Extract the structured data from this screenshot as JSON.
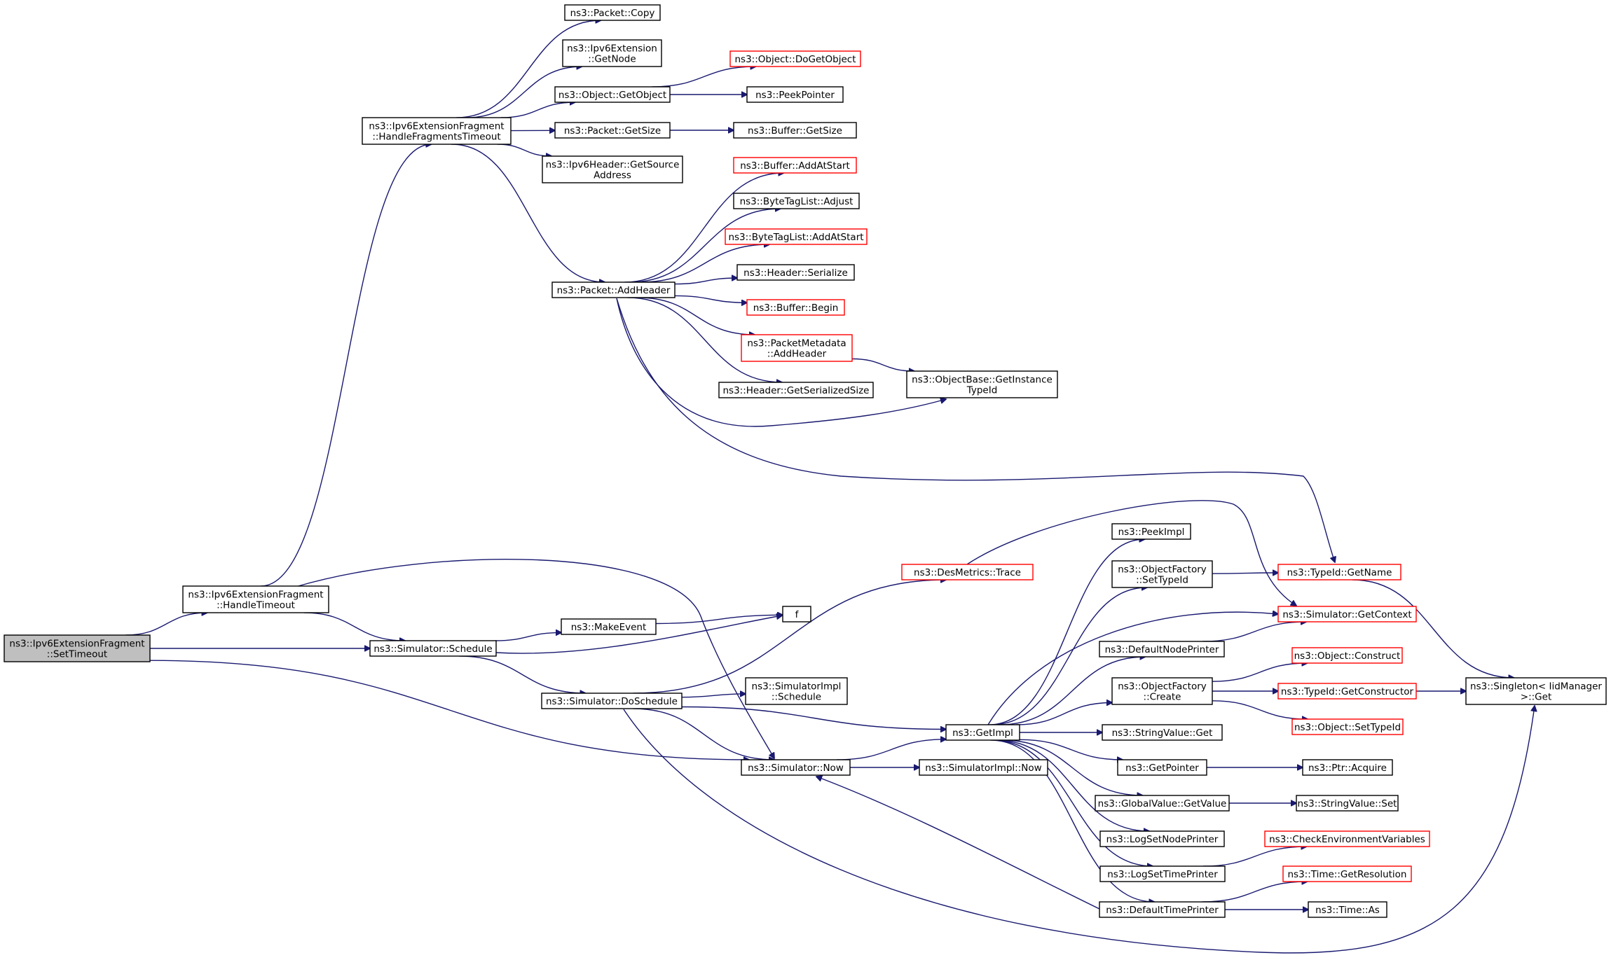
{
  "nodes": [
    {
      "id": "n0",
      "lines": [
        "ns3::Ipv6ExtensionFragment",
        "::SetTimeout"
      ],
      "style": "root"
    },
    {
      "id": "n1",
      "lines": [
        "ns3::Ipv6ExtensionFragment",
        "::HandleTimeout"
      ],
      "style": "normal"
    },
    {
      "id": "n2",
      "lines": [
        "ns3::Simulator::Schedule"
      ],
      "style": "normal"
    },
    {
      "id": "n3",
      "lines": [
        "ns3::Simulator::Now"
      ],
      "style": "normal"
    },
    {
      "id": "n4",
      "lines": [
        "ns3::Ipv6ExtensionFragment",
        "::HandleFragmentsTimeout"
      ],
      "style": "normal"
    },
    {
      "id": "n5",
      "lines": [
        "ns3::Packet::Copy"
      ],
      "style": "normal"
    },
    {
      "id": "n6",
      "lines": [
        "ns3::Ipv6Extension",
        "::GetNode"
      ],
      "style": "normal"
    },
    {
      "id": "n7",
      "lines": [
        "ns3::Object::GetObject"
      ],
      "style": "normal"
    },
    {
      "id": "n8",
      "lines": [
        "ns3::Packet::GetSize"
      ],
      "style": "normal"
    },
    {
      "id": "n9",
      "lines": [
        "ns3::Ipv6Header::GetSource",
        "Address"
      ],
      "style": "normal"
    },
    {
      "id": "n10",
      "lines": [
        "ns3::Packet::AddHeader"
      ],
      "style": "normal"
    },
    {
      "id": "n11",
      "lines": [
        "ns3::Object::DoGetObject"
      ],
      "style": "red"
    },
    {
      "id": "n12",
      "lines": [
        "ns3::PeekPointer"
      ],
      "style": "normal"
    },
    {
      "id": "n13",
      "lines": [
        "ns3::Buffer::GetSize"
      ],
      "style": "normal"
    },
    {
      "id": "n14",
      "lines": [
        "ns3::Buffer::AddAtStart"
      ],
      "style": "red"
    },
    {
      "id": "n15",
      "lines": [
        "ns3::ByteTagList::Adjust"
      ],
      "style": "normal"
    },
    {
      "id": "n16",
      "lines": [
        "ns3::ByteTagList::AddAtStart"
      ],
      "style": "red"
    },
    {
      "id": "n17",
      "lines": [
        "ns3::Header::Serialize"
      ],
      "style": "normal"
    },
    {
      "id": "n18",
      "lines": [
        "ns3::Buffer::Begin"
      ],
      "style": "red"
    },
    {
      "id": "n19",
      "lines": [
        "ns3::PacketMetadata",
        "::AddHeader"
      ],
      "style": "red"
    },
    {
      "id": "n20",
      "lines": [
        "ns3::Header::GetSerializedSize"
      ],
      "style": "normal"
    },
    {
      "id": "n21",
      "lines": [
        "ns3::ObjectBase::GetInstance",
        "TypeId"
      ],
      "style": "normal"
    },
    {
      "id": "n22",
      "lines": [
        "ns3::MakeEvent"
      ],
      "style": "normal"
    },
    {
      "id": "n23",
      "lines": [
        "f"
      ],
      "style": "normal"
    },
    {
      "id": "n24",
      "lines": [
        "ns3::Simulator::DoSchedule"
      ],
      "style": "normal"
    },
    {
      "id": "n25",
      "lines": [
        "ns3::SimulatorImpl",
        "::Schedule"
      ],
      "style": "normal"
    },
    {
      "id": "n26",
      "lines": [
        "ns3::DesMetrics::Trace"
      ],
      "style": "red"
    },
    {
      "id": "n27",
      "lines": [
        "ns3::GetImpl"
      ],
      "style": "normal"
    },
    {
      "id": "n28",
      "lines": [
        "ns3::SimulatorImpl::Now"
      ],
      "style": "normal"
    },
    {
      "id": "n29",
      "lines": [
        "ns3::PeekImpl"
      ],
      "style": "normal"
    },
    {
      "id": "n30",
      "lines": [
        "ns3::ObjectFactory",
        "::SetTypeId"
      ],
      "style": "normal"
    },
    {
      "id": "n31",
      "lines": [
        "ns3::DefaultNodePrinter"
      ],
      "style": "normal"
    },
    {
      "id": "n32",
      "lines": [
        "ns3::ObjectFactory",
        "::Create"
      ],
      "style": "normal"
    },
    {
      "id": "n33",
      "lines": [
        "ns3::StringValue::Get"
      ],
      "style": "normal"
    },
    {
      "id": "n34",
      "lines": [
        "ns3::GetPointer"
      ],
      "style": "normal"
    },
    {
      "id": "n35",
      "lines": [
        "ns3::GlobalValue::GetValue"
      ],
      "style": "normal"
    },
    {
      "id": "n36",
      "lines": [
        "ns3::LogSetNodePrinter"
      ],
      "style": "normal"
    },
    {
      "id": "n37",
      "lines": [
        "ns3::LogSetTimePrinter"
      ],
      "style": "normal"
    },
    {
      "id": "n38",
      "lines": [
        "ns3::DefaultTimePrinter"
      ],
      "style": "normal"
    },
    {
      "id": "n39",
      "lines": [
        "ns3::TypeId::GetName"
      ],
      "style": "red"
    },
    {
      "id": "n40",
      "lines": [
        "ns3::Simulator::GetContext"
      ],
      "style": "red"
    },
    {
      "id": "n41",
      "lines": [
        "ns3::Object::Construct"
      ],
      "style": "red"
    },
    {
      "id": "n42",
      "lines": [
        "ns3::TypeId::GetConstructor"
      ],
      "style": "red"
    },
    {
      "id": "n43",
      "lines": [
        "ns3::Object::SetTypeId"
      ],
      "style": "red"
    },
    {
      "id": "n44",
      "lines": [
        "ns3::Ptr::Acquire"
      ],
      "style": "normal"
    },
    {
      "id": "n45",
      "lines": [
        "ns3::StringValue::Set"
      ],
      "style": "normal"
    },
    {
      "id": "n46",
      "lines": [
        "ns3::CheckEnvironmentVariables"
      ],
      "style": "red"
    },
    {
      "id": "n47",
      "lines": [
        "ns3::Time::GetResolution"
      ],
      "style": "red"
    },
    {
      "id": "n48",
      "lines": [
        "ns3::Time::As"
      ],
      "style": "normal"
    },
    {
      "id": "n49",
      "lines": [
        "ns3::Singleton< IidManager",
        " >::Get"
      ],
      "style": "normal"
    }
  ],
  "edges": [
    {
      "from": "n0",
      "to": "n1"
    },
    {
      "from": "n0",
      "to": "n2"
    },
    {
      "from": "n0",
      "to": "n3"
    },
    {
      "from": "n1",
      "to": "n4"
    },
    {
      "from": "n1",
      "to": "n2"
    },
    {
      "from": "n1",
      "to": "n3"
    },
    {
      "from": "n4",
      "to": "n5"
    },
    {
      "from": "n4",
      "to": "n6"
    },
    {
      "from": "n4",
      "to": "n7"
    },
    {
      "from": "n4",
      "to": "n8"
    },
    {
      "from": "n4",
      "to": "n9"
    },
    {
      "from": "n4",
      "to": "n10"
    },
    {
      "from": "n7",
      "to": "n11"
    },
    {
      "from": "n7",
      "to": "n12"
    },
    {
      "from": "n8",
      "to": "n13"
    },
    {
      "from": "n10",
      "to": "n14"
    },
    {
      "from": "n10",
      "to": "n15"
    },
    {
      "from": "n10",
      "to": "n16"
    },
    {
      "from": "n10",
      "to": "n17"
    },
    {
      "from": "n10",
      "to": "n18"
    },
    {
      "from": "n10",
      "to": "n19"
    },
    {
      "from": "n10",
      "to": "n20"
    },
    {
      "from": "n10",
      "to": "n21"
    },
    {
      "from": "n10",
      "to": "n39"
    },
    {
      "from": "n19",
      "to": "n21"
    },
    {
      "from": "n2",
      "to": "n22"
    },
    {
      "from": "n2",
      "to": "n23"
    },
    {
      "from": "n2",
      "to": "n24"
    },
    {
      "from": "n22",
      "to": "n23"
    },
    {
      "from": "n24",
      "to": "n25"
    },
    {
      "from": "n24",
      "to": "n26"
    },
    {
      "from": "n24",
      "to": "n27"
    },
    {
      "from": "n24",
      "to": "n3"
    },
    {
      "from": "n24",
      "to": "n49"
    },
    {
      "from": "n26",
      "to": "n40"
    },
    {
      "from": "n3",
      "to": "n27"
    },
    {
      "from": "n3",
      "to": "n28"
    },
    {
      "from": "n27",
      "to": "n29"
    },
    {
      "from": "n27",
      "to": "n30"
    },
    {
      "from": "n27",
      "to": "n40"
    },
    {
      "from": "n27",
      "to": "n31"
    },
    {
      "from": "n27",
      "to": "n32"
    },
    {
      "from": "n27",
      "to": "n33"
    },
    {
      "from": "n27",
      "to": "n34"
    },
    {
      "from": "n27",
      "to": "n35"
    },
    {
      "from": "n27",
      "to": "n36"
    },
    {
      "from": "n27",
      "to": "n37"
    },
    {
      "from": "n27",
      "to": "n38"
    },
    {
      "from": "n30",
      "to": "n39"
    },
    {
      "from": "n31",
      "to": "n40"
    },
    {
      "from": "n32",
      "to": "n41"
    },
    {
      "from": "n32",
      "to": "n42"
    },
    {
      "from": "n32",
      "to": "n43"
    },
    {
      "from": "n34",
      "to": "n44"
    },
    {
      "from": "n35",
      "to": "n45"
    },
    {
      "from": "n37",
      "to": "n46"
    },
    {
      "from": "n38",
      "to": "n3"
    },
    {
      "from": "n38",
      "to": "n47"
    },
    {
      "from": "n38",
      "to": "n48"
    },
    {
      "from": "n39",
      "to": "n49"
    },
    {
      "from": "n42",
      "to": "n49"
    }
  ],
  "colors": {
    "edge": "#191970",
    "node_border": "#000000",
    "node_border_highlight": "#ff0000",
    "root_fill": "#bfbfbf"
  }
}
